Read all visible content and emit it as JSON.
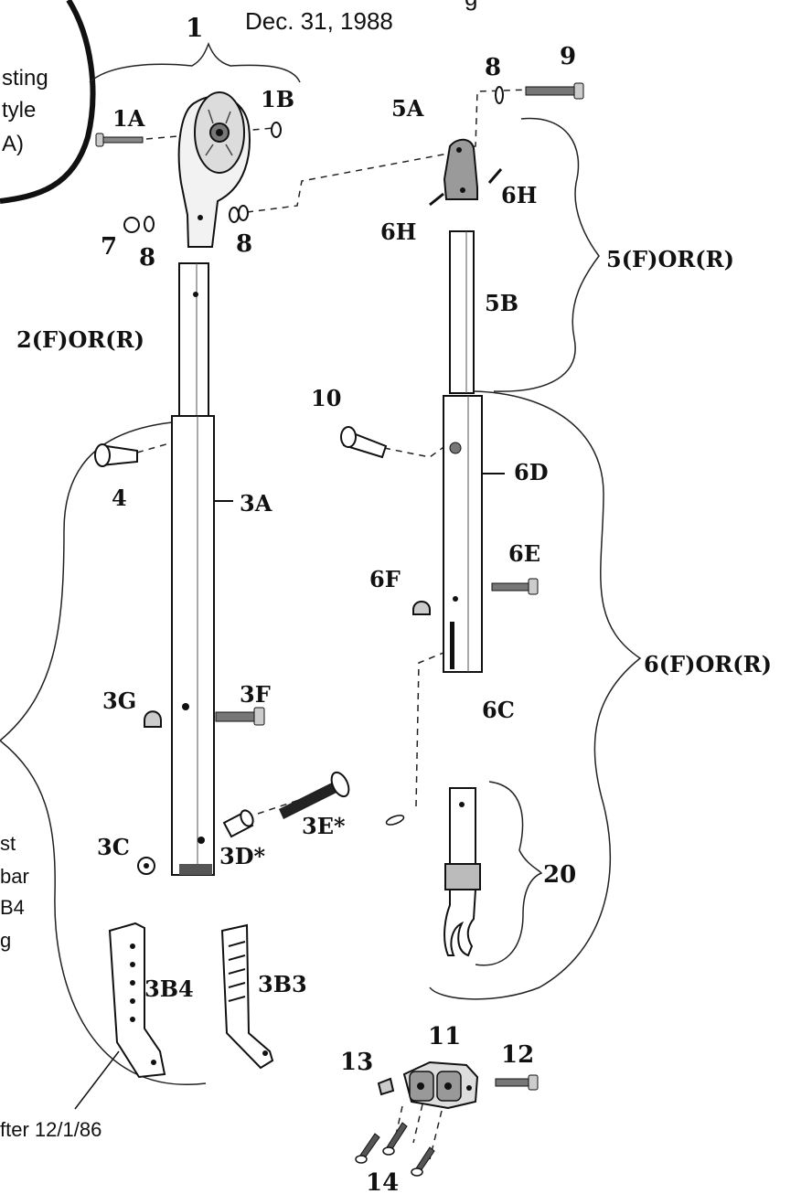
{
  "header": {
    "date_text": "Dec.  31, 1988",
    "cut_text": "g"
  },
  "callout": {
    "line1": "sting",
    "line2": "tyle",
    "line3": "A)"
  },
  "left_notes": {
    "line1": "st",
    "line2": "bar",
    "line3": "B4",
    "line4": "g"
  },
  "footnote": {
    "text": "fter 12/1/86"
  },
  "labels": {
    "p1": "1",
    "p1A": "1A",
    "p1B": "1B",
    "p5A": "5A",
    "p8a": "8",
    "p9": "9",
    "p6Ha": "6H",
    "p6Hb": "6H",
    "p7": "7",
    "p8b": "8",
    "p8c": "8",
    "p5FR": "5(F)OR(R)",
    "p5B": "5B",
    "p2FR": "2(F)OR(R)",
    "p10": "10",
    "p6D": "6D",
    "p4": "4",
    "p3A": "3A",
    "p6E": "6E",
    "p6F": "6F",
    "p3G": "3G",
    "p3F": "3F",
    "p6FR": "6(F)OR(R)",
    "p6C": "6C",
    "p3E": "3E*",
    "p3C": "3C",
    "p3D": "3D*",
    "p20": "20",
    "p3B4": "3B4",
    "p3B3": "3B3",
    "p11": "11",
    "p13": "13",
    "p12": "12",
    "p14": "14"
  }
}
